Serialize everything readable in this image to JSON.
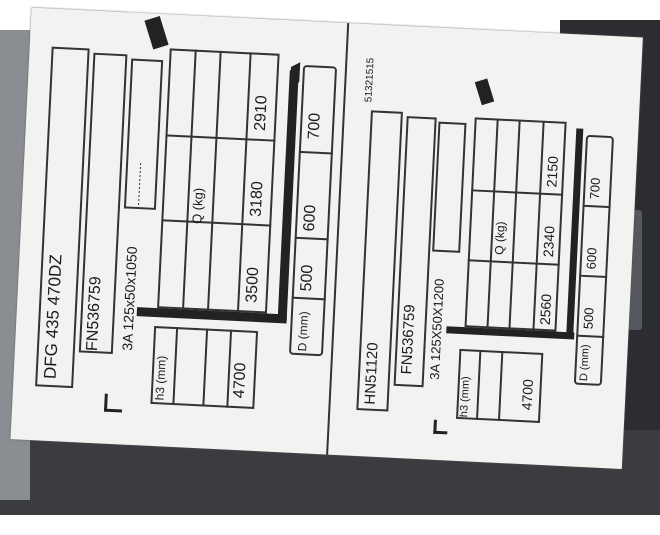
{
  "label_left": {
    "model": "DFG 435 470DZ",
    "serial": "FN536759",
    "attachment": "3A 125x50x1050",
    "h3_label": "h3 (mm)",
    "h3_value": "4700",
    "q_label": "Q (kg)",
    "q_values": [
      "3500",
      "3180",
      "2910"
    ],
    "d_label": "D (mm)",
    "d_values": [
      "500",
      "600",
      "700"
    ],
    "code": "51321515"
  },
  "label_right": {
    "model": "HN51120",
    "serial": "FN536759",
    "attachment": "3A 125X50X1200",
    "h3_label": "h3 (mm)",
    "h3_value": "4700",
    "q_label": "Q (kg)",
    "q_values": [
      "2560",
      "2340",
      "2150"
    ],
    "d_label": "D (mm)",
    "d_values": [
      "500",
      "600",
      "700"
    ]
  }
}
